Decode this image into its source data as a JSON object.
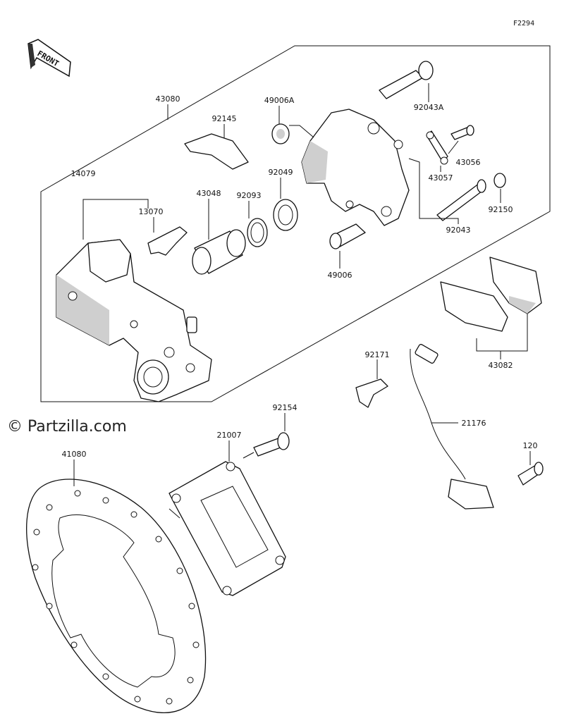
{
  "figure_id": "F2294",
  "watermark": "© Partzilla.com",
  "front_label": "FRONT",
  "parts": {
    "p43080": "43080",
    "p92145": "92145",
    "p49006A": "49006A",
    "p92043A": "92043A",
    "p14079": "14079",
    "p13070": "13070",
    "p43048": "43048",
    "p92093": "92093",
    "p92049": "92049",
    "p43056": "43056",
    "p43057": "43057",
    "p92150": "92150",
    "p92043": "92043",
    "p49006": "49006",
    "p43082": "43082",
    "p92171": "92171",
    "p21176": "21176",
    "p92154": "92154",
    "p21007": "21007",
    "p41080": "41080",
    "p120": "120"
  }
}
